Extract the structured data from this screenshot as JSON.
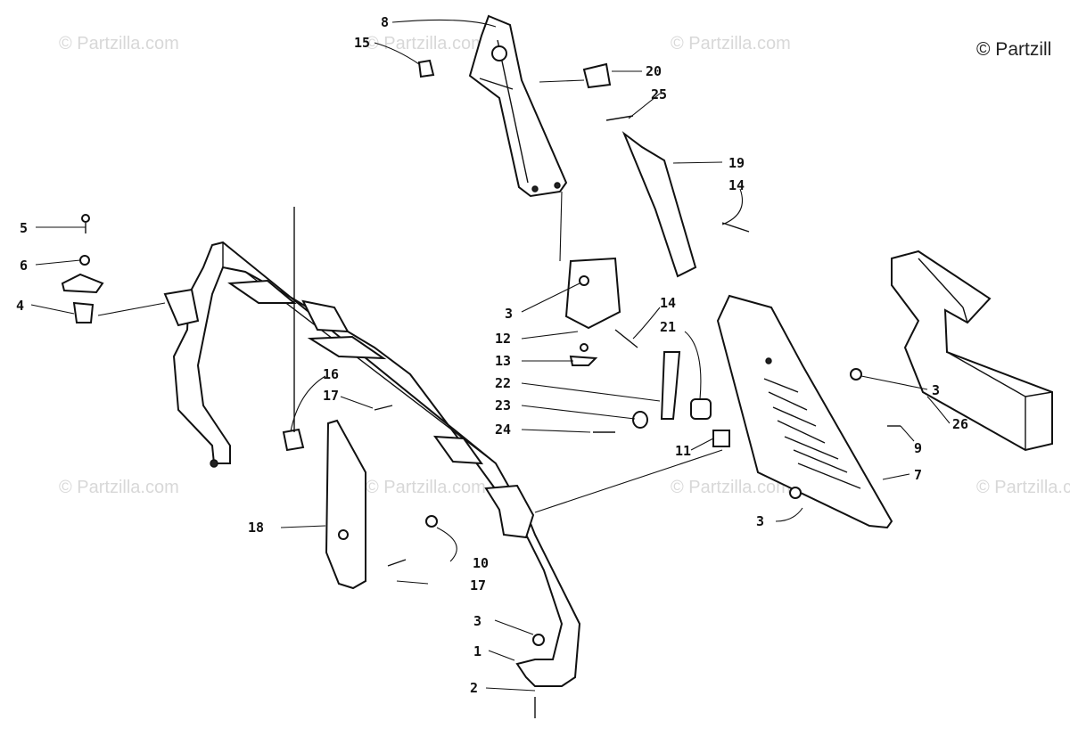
{
  "watermark": "© Partzilla.com",
  "copyright": "© Partzill",
  "callouts": {
    "c1": "1",
    "c2": "2",
    "c3a": "3",
    "c3b": "3",
    "c3c": "3",
    "c3d": "3",
    "c4": "4",
    "c5": "5",
    "c6": "6",
    "c7": "7",
    "c8": "8",
    "c9": "9",
    "c10": "10",
    "c11": "11",
    "c12": "12",
    "c13": "13",
    "c14a": "14",
    "c14b": "14",
    "c15": "15",
    "c16": "16",
    "c17a": "17",
    "c17b": "17",
    "c18": "18",
    "c19": "19",
    "c20": "20",
    "c21": "21",
    "c22": "22",
    "c23": "23",
    "c24": "24",
    "c25": "25",
    "c26": "26"
  }
}
